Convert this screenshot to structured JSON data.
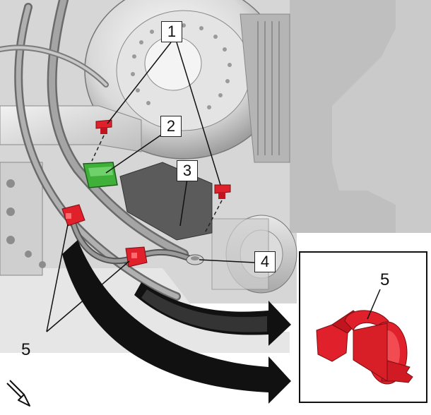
{
  "diagram": {
    "callouts": [
      {
        "id": "c1",
        "text": "1"
      },
      {
        "id": "c2",
        "text": "2"
      },
      {
        "id": "c3",
        "text": "3"
      },
      {
        "id": "c4",
        "text": "4"
      }
    ],
    "label_5_main": "5",
    "inset": {
      "label": "5",
      "part_color": "#e0202a"
    },
    "colors": {
      "clip_red": "#e0202a",
      "connector_green": "#3fb13a",
      "arrow_black": "#111111"
    },
    "icons": [
      "front-direction-arrow-icon"
    ]
  }
}
